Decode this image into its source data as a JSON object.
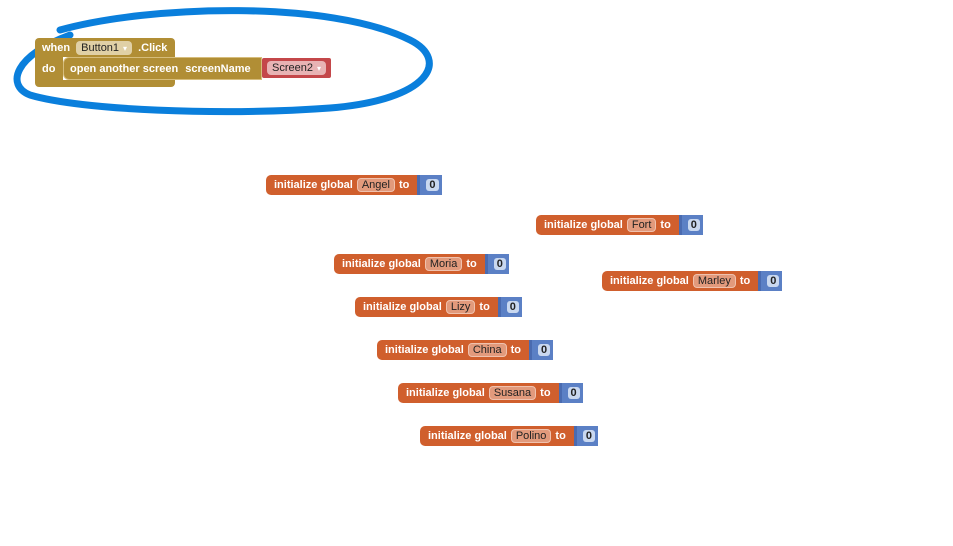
{
  "event_block": {
    "when": "when",
    "component": "Button1",
    "event": ".Click",
    "do": "do",
    "statement": "open another screen",
    "param": "screenName",
    "screen": "Screen2"
  },
  "colors": {
    "event": "#b18e35",
    "text_block": "#c4474a",
    "variable": "#d05f2d",
    "math": "#5b80c5",
    "annotation": "#0a7fdc"
  },
  "globals": [
    {
      "label": "initialize global",
      "name": "Angel",
      "to": "to",
      "value": "0"
    },
    {
      "label": "initialize global",
      "name": "Fort",
      "to": "to",
      "value": "0"
    },
    {
      "label": "initialize global",
      "name": "Moria",
      "to": "to",
      "value": "0"
    },
    {
      "label": "initialize global",
      "name": "Marley",
      "to": "to",
      "value": "0"
    },
    {
      "label": "initialize global",
      "name": "Lizy",
      "to": "to",
      "value": "0"
    },
    {
      "label": "initialize global",
      "name": "China",
      "to": "to",
      "value": "0"
    },
    {
      "label": "initialize global",
      "name": "Susana",
      "to": "to",
      "value": "0"
    },
    {
      "label": "initialize global",
      "name": "Polino",
      "to": "to",
      "value": "0"
    }
  ]
}
